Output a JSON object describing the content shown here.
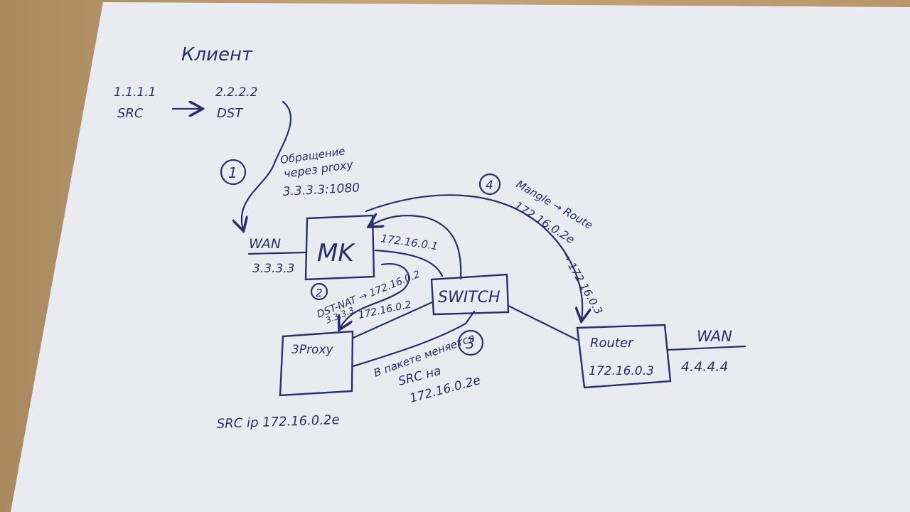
{
  "client": {
    "title": "Клиент",
    "src_ip": "1.1.1.1",
    "src_label": "SRC",
    "dst_ip": "2.2.2.2",
    "dst_label": "DST"
  },
  "step1": {
    "num": "1",
    "line1": "Обращение",
    "line2": "через proxy",
    "line3": "3.3.3.3:1080"
  },
  "mk": {
    "label": "MK",
    "wan_label": "WAN",
    "wan_ip": "3.3.3.3",
    "lan_ip": "172.16.0.1"
  },
  "step2": {
    "num": "2",
    "line1": "DST-NAT → 172.16.0.2",
    "line2": "3.3.3.3",
    "line3": "172.16.0.2"
  },
  "switch": {
    "label": "SWITCH"
  },
  "proxy": {
    "label": "3Proxy",
    "src_note": "SRC ip 172.16.0.2е"
  },
  "step3": {
    "num": "3",
    "line1": "В пакете меняется",
    "line2": "SRC на",
    "line3": "172.16.0.2е"
  },
  "step4": {
    "num": "4",
    "line1": "Mangle → Route",
    "line2": "172.16.0.2е",
    "line3": "→ 172.16.0.3"
  },
  "router": {
    "label": "Router",
    "ip": "172.16.0.3",
    "wan_label": "WAN",
    "wan_ip": "4.4.4.4"
  }
}
